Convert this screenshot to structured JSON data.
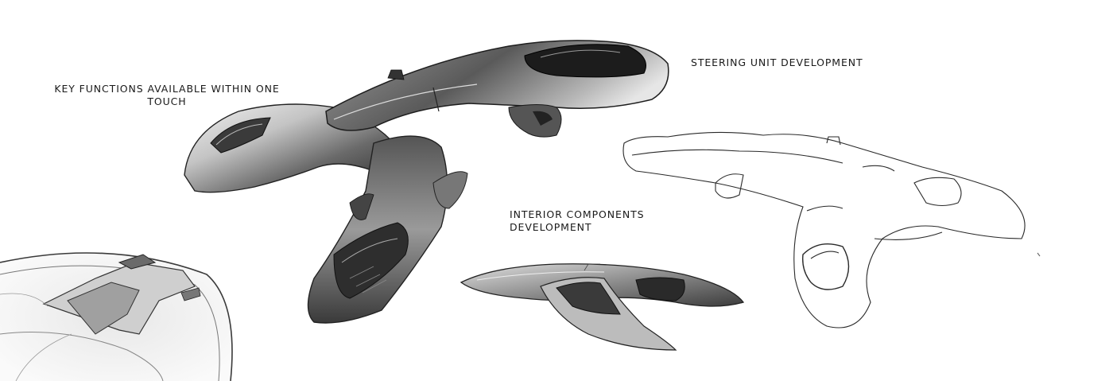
{
  "captions": {
    "key_functions": {
      "line1": "KEY FUNCTIONS AVAILABLE WITHIN ONE",
      "line2": "TOUCH"
    },
    "steering": "STEERING UNIT DEVELOPMENT",
    "interior": {
      "line1": "INTERIOR COMPONENTS",
      "line2": "DEVELOPMENT"
    }
  }
}
